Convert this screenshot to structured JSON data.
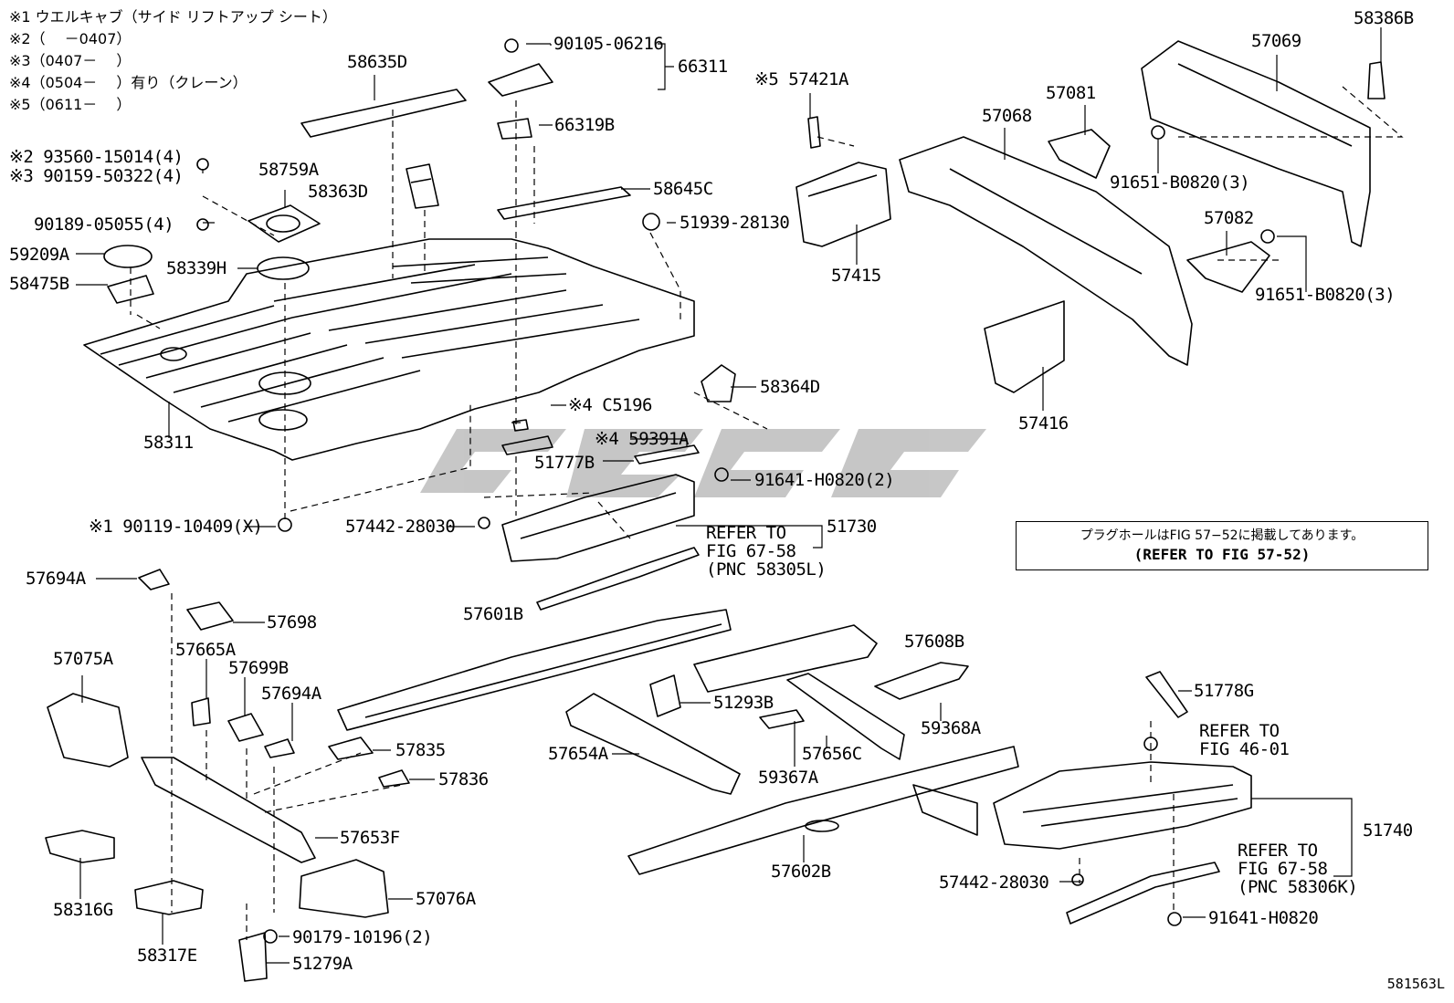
{
  "notes": [
    "※1 ウエルキャブ（サイド リフトアップ シート）",
    "※2（　 －0407）",
    "※3（0407－　 ）",
    "※4（0504－　 ）有り（クレーン）",
    "※5（0611－　 ）"
  ],
  "parts": {
    "p58635D": "58635D",
    "p90105": "90105-06216",
    "p66311": "66311",
    "p66319B": "66319B",
    "p58645C": "58645C",
    "p51939": "51939-28130",
    "p57421A": "※5 57421A",
    "p57415": "57415",
    "p57068": "57068",
    "p57081": "57081",
    "p57069": "57069",
    "p58386B": "58386B",
    "p91651a": "91651-B0820(3)",
    "p57082": "57082",
    "p91651b": "91651-B0820(3)",
    "p57416": "57416",
    "p93560": "※2 93560-15014(4)",
    "p90159": "※3 90159-50322(4)",
    "p58759A": "58759A",
    "p58363D": "58363D",
    "p90189": "90189-05055(4)",
    "p59209A": "59209A",
    "p58339H": "58339H",
    "p58475B": "58475B",
    "p58311": "58311",
    "p58364D": "58364D",
    "pC5196": "※4 C5196",
    "p59391A": "※4 59391A",
    "p51777B": "51777B",
    "p91641a": "91641-H0820(2)",
    "p90119": "※1 90119-10409(X)",
    "p57442a": "57442-28030",
    "p51730": "51730",
    "p57694A1": "57694A",
    "p57698": "57698",
    "p57601B": "57601B",
    "p57608B": "57608B",
    "p57075A": "57075A",
    "p57665A": "57665A",
    "p57699B": "57699B",
    "p57694A2": "57694A",
    "p51293B": "51293B",
    "p51778G": "51778G",
    "p57835": "57835",
    "p57654A": "57654A",
    "p59368A": "59368A",
    "p57656C": "57656C",
    "p57836": "57836",
    "p59367A": "59367A",
    "p57653F": "57653F",
    "p51740": "51740",
    "p58316G": "58316G",
    "p57602B": "57602B",
    "p57076A": "57076A",
    "p57442b": "57442-28030",
    "p58317E": "58317E",
    "p90179": "90179-10196(2)",
    "p91641b": "91641-H0820",
    "p51279A": "51279A"
  },
  "refs": {
    "r1a": "REFER TO",
    "r1b": "FIG 67-58",
    "r1c": "(PNC 58305L)",
    "r2a": "REFER TO",
    "r2b": "FIG 46-01",
    "r3a": "REFER TO",
    "r3b": "FIG 67-58",
    "r3c": "(PNC 58306K)"
  },
  "box": {
    "line1": "プラグホールはFIG 57−52に掲載してあります。",
    "line2": "(REFER TO FIG 57-52)"
  },
  "figure_id": "581563L"
}
